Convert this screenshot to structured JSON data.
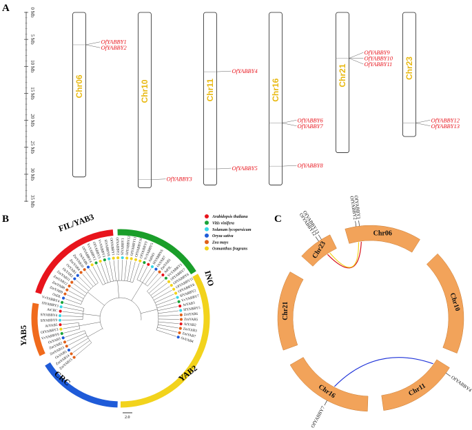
{
  "panels": {
    "a": "A",
    "b": "B",
    "c": "C"
  },
  "panel_a": {
    "axis_ticks": [
      "0 Mb",
      "5 Mb",
      "10 Mb",
      "15 Mb",
      "20 Mb",
      "25 Mb",
      "30 Mb",
      "35 Mb"
    ],
    "chromosomes": [
      {
        "name": "Chr06",
        "length_mb": 30.5
      },
      {
        "name": "Chr10",
        "length_mb": 32.5
      },
      {
        "name": "Chr11",
        "length_mb": 32.0
      },
      {
        "name": "Chr16",
        "length_mb": 32.0
      },
      {
        "name": "Chr21",
        "length_mb": 26.0
      },
      {
        "name": "Chr23",
        "length_mb": 23.0
      }
    ],
    "genes": [
      {
        "chr": "Chr06",
        "mb": 6.0,
        "labels": [
          "OfYABBY1",
          "OfYABBY2"
        ]
      },
      {
        "chr": "Chr10",
        "mb": 31.0,
        "labels": [
          "OfYABBY3"
        ]
      },
      {
        "chr": "Chr11",
        "mb": 11.0,
        "labels": [
          "OfYABBY4"
        ]
      },
      {
        "chr": "Chr11",
        "mb": 29.0,
        "labels": [
          "OfYABBY5"
        ]
      },
      {
        "chr": "Chr16",
        "mb": 20.5,
        "labels": [
          "OfYABBY6",
          "OfYABBY7"
        ]
      },
      {
        "chr": "Chr16",
        "mb": 28.5,
        "labels": [
          "OfYABBY8"
        ]
      },
      {
        "chr": "Chr21",
        "mb": 8.5,
        "labels": [
          "OfYABBY9",
          "OfYABBY10",
          "OfYABBY11"
        ]
      },
      {
        "chr": "Chr23",
        "mb": 20.5,
        "labels": [
          "OfYABBY12",
          "OfYABBY13"
        ]
      }
    ]
  },
  "panel_b": {
    "legend": [
      {
        "species": "Arabidopsis thaliana",
        "color": "#e8141c"
      },
      {
        "species": "Vitis vinifera",
        "color": "#1aa33a"
      },
      {
        "species": "Solanum lycopersicum",
        "color": "#39d6e8"
      },
      {
        "species": "Oryza sativa",
        "color": "#1f5bd8"
      },
      {
        "species": "Zea mays",
        "color": "#e0601a"
      },
      {
        "species": "Osmanthus fragrans",
        "color": "#f2d31c"
      }
    ],
    "groups": [
      {
        "name": "FIL/YAB3",
        "color": "#e8141c"
      },
      {
        "name": "INO",
        "color": "#1a9e2a"
      },
      {
        "name": "YAB2",
        "color": "#f2d31c"
      },
      {
        "name": "CRC",
        "color": "#1f5bd8"
      },
      {
        "name": "YAB5",
        "color": "#f06a1c"
      }
    ],
    "leaves": [
      {
        "label": "ZmYAB15",
        "sp": 4
      },
      {
        "label": "ZmYAB14",
        "sp": 4
      },
      {
        "label": "OsYAB5",
        "sp": 3
      },
      {
        "label": "ZmYAB13",
        "sp": 4
      },
      {
        "label": "ZmYAB2",
        "sp": 4
      },
      {
        "label": "OsYAB3",
        "sp": 3
      },
      {
        "label": "VvYABBY6",
        "sp": 1
      },
      {
        "label": "OfYABBY3",
        "sp": 5
      },
      {
        "label": "AtYAB5",
        "sp": 0
      },
      {
        "label": "SlYABBY9",
        "sp": 2
      },
      {
        "label": "SlYABBY4",
        "sp": 2
      },
      {
        "label": "AtCRC",
        "sp": 0
      },
      {
        "label": "SlYABBY3",
        "sp": 2
      },
      {
        "label": "VvYABBY4",
        "sp": 1
      },
      {
        "label": "OsDL",
        "sp": 3
      },
      {
        "label": "ZmYAB9",
        "sp": 4
      },
      {
        "label": "ZmYAB8",
        "sp": 4
      },
      {
        "label": "ZmYAB12",
        "sp": 4
      },
      {
        "label": "ZmYAB11",
        "sp": 4
      },
      {
        "label": "OsYAB2",
        "sp": 3
      },
      {
        "label": "OsYAB1",
        "sp": 3
      },
      {
        "label": "ZmYAB4",
        "sp": 4
      },
      {
        "label": "ZmYAB10",
        "sp": 4
      },
      {
        "label": "OsYAB6",
        "sp": 3
      },
      {
        "label": "OfYABBY4",
        "sp": 5
      },
      {
        "label": "VvYABBY2",
        "sp": 1
      },
      {
        "label": "OfYABBY5",
        "sp": 5
      },
      {
        "label": "VvYABBY3",
        "sp": 1
      },
      {
        "label": "SlYABBY8",
        "sp": 2
      },
      {
        "label": "OfYABBY1",
        "sp": 5
      },
      {
        "label": "OfYABBY2",
        "sp": 5
      },
      {
        "label": "SlYABBY1",
        "sp": 2
      },
      {
        "label": "OfYABBY12",
        "sp": 5
      },
      {
        "label": "OfYABBY13",
        "sp": 5
      },
      {
        "label": "OfYABBY10",
        "sp": 5
      },
      {
        "label": "OfYABBY9",
        "sp": 5
      },
      {
        "label": "VvYABBY5",
        "sp": 1
      },
      {
        "label": "AtINO",
        "sp": 0
      },
      {
        "label": "SlYABBY6",
        "sp": 2
      },
      {
        "label": "OsYAB7",
        "sp": 3
      },
      {
        "label": "ZmYAB1",
        "sp": 4
      },
      {
        "label": "AtFIL",
        "sp": 0
      },
      {
        "label": "VvYABBY1",
        "sp": 1
      },
      {
        "label": "OfYABBY7",
        "sp": 5
      },
      {
        "label": "OfYABBY6",
        "sp": 5
      },
      {
        "label": "OfYABBY11",
        "sp": 5
      },
      {
        "label": "OfYABBY8",
        "sp": 5
      },
      {
        "label": "SlYABBY2",
        "sp": 2
      },
      {
        "label": "VvYABBY7",
        "sp": 1
      },
      {
        "label": "AtYAB3",
        "sp": 0
      },
      {
        "label": "SlYABBY5",
        "sp": 2
      },
      {
        "label": "ZmYAB6",
        "sp": 4
      },
      {
        "label": "ZmYAB5",
        "sp": 4
      },
      {
        "label": "AtYAB2",
        "sp": 0
      },
      {
        "label": "ZmYAB3",
        "sp": 4
      },
      {
        "label": "ZmYAB7",
        "sp": 4
      },
      {
        "label": "OsYAB4",
        "sp": 3
      }
    ],
    "scale_label": "2.0"
  },
  "panel_c": {
    "chromosomes": [
      "Chr06",
      "Chr10",
      "Chr11",
      "Chr16",
      "Chr21",
      "Chr23"
    ],
    "gene_labels": [
      {
        "text": "OfYABBY1",
        "chr": "Chr06"
      },
      {
        "text": "OfYABBY2",
        "chr": "Chr06"
      },
      {
        "text": "OfYABBY12",
        "chr": "Chr23"
      },
      {
        "text": "OfYABBY13",
        "chr": "Chr23"
      },
      {
        "text": "OfYABBY4",
        "chr": "Chr11"
      },
      {
        "text": "OfYABBY7",
        "chr": "Chr16"
      }
    ],
    "links": [
      {
        "from": "OfYABBY1",
        "to": "OfYABBY12",
        "color": "#d8101a"
      },
      {
        "from": "OfYABBY2",
        "to": "OfYABBY13",
        "color": "#f2d31c"
      },
      {
        "from": "OfYABBY4",
        "to": "OfYABBY7",
        "color": "#1a2fd8"
      }
    ],
    "ideogram_color": "#f2a35a"
  }
}
